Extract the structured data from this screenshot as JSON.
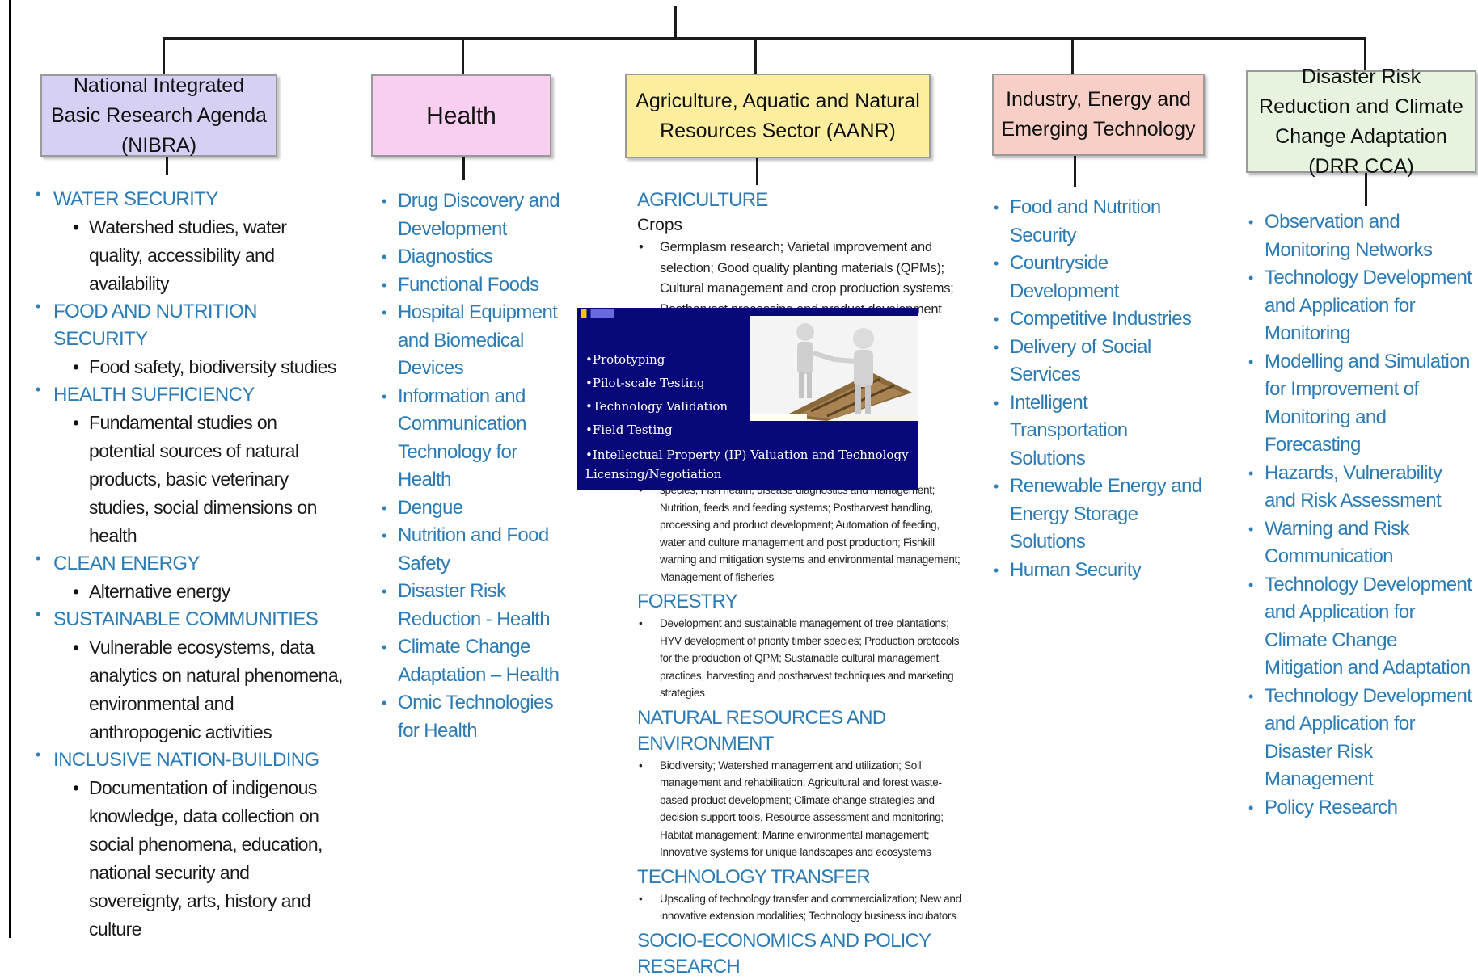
{
  "categories": [
    {
      "id": "nibra",
      "title": "National Integrated Basic Research Agenda (NIBRA)",
      "color": "#d6d0f4",
      "topics": [
        {
          "label": "WATER SECURITY",
          "subs": [
            "Watershed studies, water quality, accessibility and availability"
          ]
        },
        {
          "label": "FOOD AND NUTRITION SECURITY",
          "subs": [
            "Food safety, biodiversity studies"
          ]
        },
        {
          "label": "HEALTH SUFFICIENCY",
          "subs": [
            "Fundamental studies on potential sources of natural products, basic veterinary studies, social dimensions on health"
          ]
        },
        {
          "label": "CLEAN ENERGY",
          "subs": [
            "Alternative energy"
          ]
        },
        {
          "label": "SUSTAINABLE COMMUNITIES",
          "subs": [
            "Vulnerable ecosystems, data analytics on natural phenomena, environmental and anthropogenic activities"
          ]
        },
        {
          "label": "INCLUSIVE NATION-BUILDING",
          "subs": [
            "Documentation of indigenous knowledge, data collection on social phenomena, education, national security and sovereignty, arts, history and culture"
          ]
        }
      ]
    },
    {
      "id": "health",
      "title": "Health",
      "color": "#f8cff0",
      "items": [
        "Drug Discovery and Development",
        "Diagnostics",
        "Functional Foods",
        "Hospital Equipment and Biomedical Devices",
        "Information and Communication Technology for Health",
        "Dengue",
        "Nutrition and Food Safety",
        "Disaster Risk Reduction - Health",
        "Climate Change Adaptation – Health",
        "Omic Technologies for Health"
      ]
    },
    {
      "id": "aanr",
      "title": "Agriculture, Aquatic and Natural Resources Sector (AANR)",
      "color": "#fcee9e",
      "sections": {
        "agriculture": "AGRICULTURE",
        "crops": "Crops",
        "crops_text": "Germplasm research; Varietal improvement and selection; Good quality planting materials (QPMs); Cultural management and crop production systems; Postharvest processing and product development",
        "fisheries_text": "species; Fish health, disease diagnostics and management; Nutrition, feeds and feeding systems; Postharvest handling, processing and product development; Automation of feeding, water and culture management and post production; Fishkill warning and mitigation systems and environmental management; Management of fisheries",
        "forestry": "FORESTRY",
        "forestry_text": "Development and sustainable management of tree plantations; HYV development of priority timber species; Production protocols for the production of QPM; Sustainable cultural management practices, harvesting and postharvest techniques and marketing strategies",
        "nre": "NATURAL RESOURCES AND ENVIRONMENT",
        "nre_text": "Biodiversity; Watershed management and utilization; Soil management and rehabilitation; Agricultural and forest waste-based product development; Climate change strategies and decision support tools, Resource assessment and monitoring; Habitat management; Marine environmental management; Innovative systems for unique landscapes and ecosystems",
        "tech_transfer": "TECHNOLOGY TRANSFER",
        "tech_transfer_text": "Upscaling of technology transfer and commercialization; New and innovative extension modalities; Technology business incubators",
        "socio": "SOCIO-ECONOMICS AND POLICY RESEARCH"
      }
    },
    {
      "id": "ieet",
      "title": "Industry, Energy and Emerging Technology",
      "color": "#f8cfc6",
      "items": [
        "Food and Nutrition Security",
        "Countryside Development",
        "Competitive Industries",
        "Delivery of Social Services",
        "Intelligent Transportation Solutions",
        "Renewable Energy and Energy Storage Solutions",
        "Human Security"
      ]
    },
    {
      "id": "drrcca",
      "title": "Disaster Risk Reduction and Climate Change Adaptation (DRR CCA)",
      "color": "#e6f4df",
      "items": [
        "Observation and Monitoring Networks",
        "Technology Development and Application for Monitoring",
        "Modelling and Simulation for Improvement of Monitoring and Forecasting",
        "Hazards, Vulnerability and Risk Assessment",
        "Warning and Risk Communication",
        "Technology Development and Application for Climate Change Mitigation and Adaptation",
        "Technology Development and Application for Disaster Risk Management",
        "Policy Research"
      ]
    }
  ],
  "overlay": {
    "items": [
      "•Prototyping",
      "•Pilot-scale Testing",
      "•Technology Validation",
      "•Field Testing",
      "•Intellectual Property (IP) Valuation and Technology Licensing/Negotiation"
    ]
  }
}
